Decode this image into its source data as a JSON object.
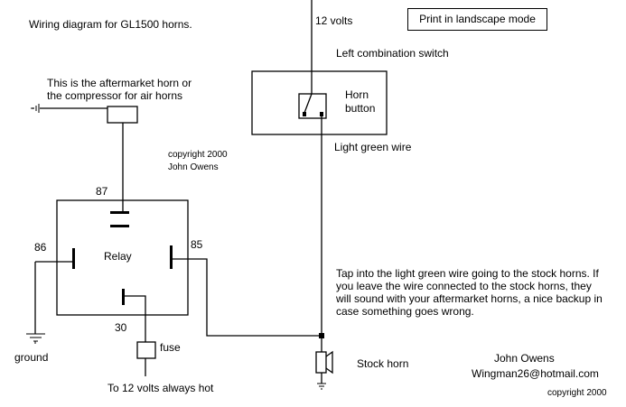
{
  "title": "Wiring diagram for GL1500 horns.",
  "print_note": "Print in landscape mode",
  "labels": {
    "supply_top": "12 volts",
    "switch_assembly": "Left combination switch",
    "horn_button": [
      "Horn",
      "button"
    ],
    "wire_color": "Light green wire",
    "aftermarket_horn": [
      "This is the aftermarket horn or",
      "the compressor for air horns"
    ],
    "copyright_block": [
      "copyright 2000",
      "John Owens"
    ],
    "relay": "Relay",
    "pin_87": "87",
    "pin_86": "86",
    "pin_85": "85",
    "pin_30": "30",
    "ground": "ground",
    "fuse": "fuse",
    "supply_bottom": "To 12 volts always hot",
    "stock_horn": "Stock horn",
    "instructions": "Tap into the light green wire going to the stock horns.  If you leave the wire connected to the stock horns, they will sound with your aftermarket horns, a nice backup in case something goes wrong.",
    "author_name": "John Owens",
    "author_email": "Wingman26@hotmail.com",
    "footer_copyright": "copyright 2000"
  },
  "colors": {
    "line": "#000000",
    "background": "#ffffff"
  }
}
